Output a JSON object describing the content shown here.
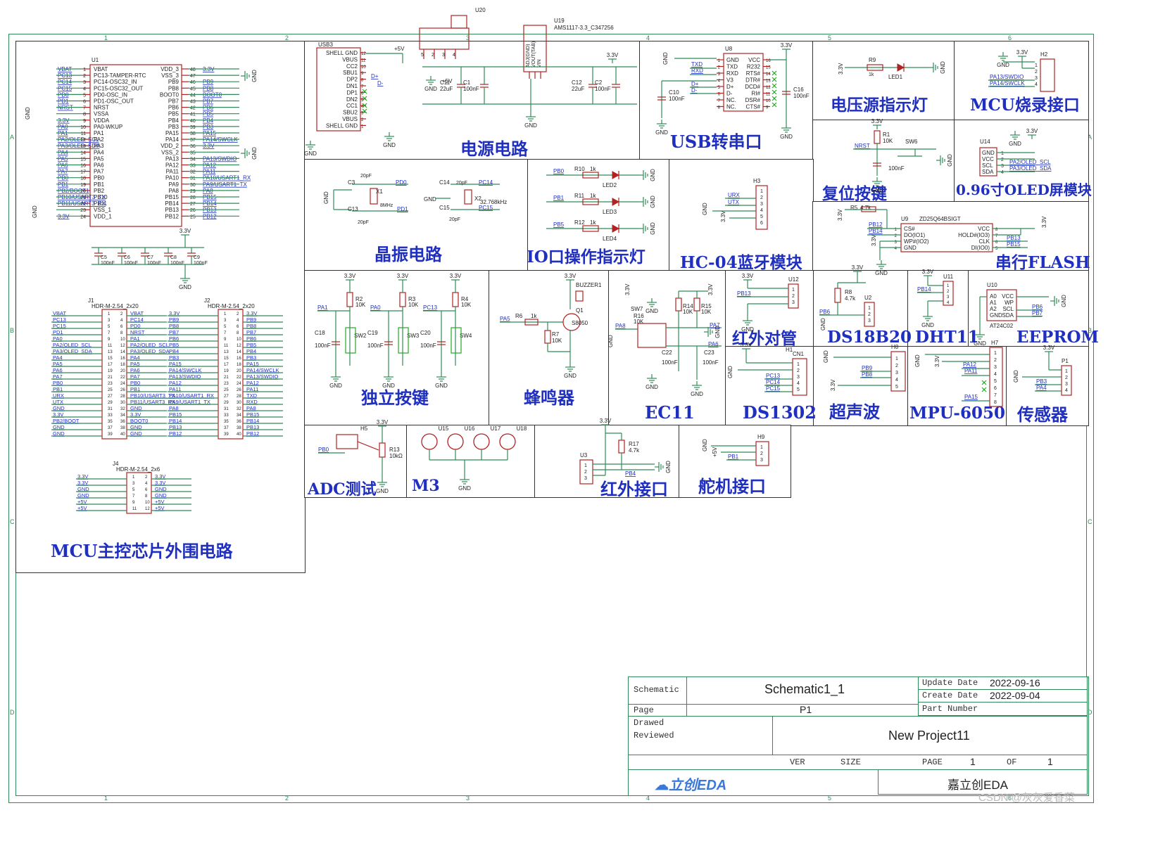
{
  "sheet": {
    "top_ref": "U20",
    "grid_cols": [
      "1",
      "2",
      "3",
      "4",
      "5",
      "6"
    ],
    "grid_rows": [
      "A",
      "B",
      "C",
      "D"
    ]
  },
  "panels": {
    "mcu": "MCU主控芯片外围电路",
    "power": "电源电路",
    "usb": "USB转串口",
    "led_power": "电压源指示灯",
    "mcu_prog": "MCU烧录接口",
    "reset": "复位按键",
    "oled": "0.96寸OLED屏模块",
    "crystal": "晶振电路",
    "io_led": "IO口操作指示灯",
    "hc04": "HC-04蓝牙模块",
    "flash": "串行FLASH",
    "keys": "独立按键",
    "buzzer": "蜂鸣器",
    "ec11": "EC11",
    "ir_pair": "红外对管",
    "ds18b20": "DS18B20",
    "dht11": "DHT11",
    "eeprom": "EEPROM",
    "ds1302": "DS1302",
    "ultrasonic": "超声波",
    "mpu6050": "MPU-6050",
    "sensor": "传感器",
    "adc": "ADC测试",
    "m3": "M3",
    "ir_if": "红外接口",
    "servo": "舵机接口"
  },
  "labels": {
    "u1": "U1",
    "u19": "U19",
    "u19_part": "AMS1117-3.3_C347256",
    "usb3": "USB3",
    "u8": "U8",
    "u9": "U9",
    "u9_part": "ZD25Q64BSIGT",
    "u14": "U14",
    "h2": "H2",
    "h3": "H3",
    "j1": "J1",
    "j1_part": "HDR-M-2.54_2x20",
    "j2": "J2",
    "j2_part": "HDR-M-2.54_2x20",
    "j4": "J4",
    "j4_part": "HDR-M-2.54_2x6",
    "u10": "U10",
    "u10_part": "AT24C02",
    "u12": "U12",
    "u11": "U11",
    "u2": "U2",
    "u3": "U3",
    "h1": "H1",
    "cn1": "CN1",
    "h7": "H7",
    "h8": "H8",
    "h9": "H9",
    "h5": "H5",
    "p1": "P1",
    "q1": "Q1",
    "q1_part": "S8050",
    "buzzer1": "BUZZER1",
    "x1": "X1",
    "x1_val": "8MHz",
    "x2": "X2",
    "x2_val": "32.768kHz",
    "r13": "R13",
    "r13_val": "10kΩ",
    "m3_u": [
      "U15",
      "U16",
      "U17",
      "U18"
    ],
    "gnd": "GND",
    "v33": "3.3V",
    "v5": "+5V",
    "mcu_left_pins": [
      "VBAT",
      "PC13-TAMPER-RTC",
      "PC14-OSC32_IN",
      "PC15-OSC32_OUT",
      "PD0-OSC_IN",
      "PD1-OSC_OUT",
      "NRST",
      "VSSA",
      "VDDA",
      "PA0-WKUP",
      "PA1",
      "PA2",
      "PA3",
      "PA4",
      "PA5",
      "PA6",
      "PA7",
      "PB0",
      "PB1",
      "PB2",
      "PB10",
      "PB11",
      "VSS_1",
      "VDD_1"
    ],
    "mcu_right_pins": [
      "VDD_3",
      "VSS_3",
      "PB9",
      "PB8",
      "BOOT0",
      "PB7",
      "PB6",
      "PB5",
      "PB4",
      "PB3",
      "PA15",
      "PA14",
      "VDD_2",
      "VSS_2",
      "PA13",
      "PA12",
      "PA11",
      "PA10",
      "PA9",
      "PA8",
      "PB15",
      "PB14",
      "PB13",
      "PB12"
    ],
    "mcu_left_nets": [
      "VBAT",
      "PC13",
      "PC14",
      "PC15",
      "PD0",
      "PD1",
      "NRST",
      "",
      "3.3V",
      "PA0",
      "PA1",
      "PA2/OLED_SCL",
      "PA3/OLED_SDA",
      "PA4",
      "PA5",
      "PA6",
      "PA7",
      "PB0",
      "PB1",
      "PB2/BOOT1",
      "PB10/USART3_TX",
      "PB11/USART3_RX",
      "",
      "3.3V"
    ],
    "mcu_right_nets": [
      "3.3V",
      "",
      "PB9",
      "PB8",
      "BOOT0",
      "PB7",
      "PB6",
      "PB5",
      "PB4",
      "PB3",
      "PA15",
      "PA14/SWCLK",
      "3.3V",
      "",
      "PA13/SWDIO",
      "PA12",
      "PA11",
      "PA10/USART1_RX",
      "PA9/USART1_TX",
      "PA8",
      "PB15",
      "PB14",
      "PB13",
      "PB12"
    ],
    "decap": [
      "C5",
      "C6",
      "C7",
      "C8",
      "C9"
    ],
    "decap_val": "100nF",
    "usb_pins": [
      "SHELL GND",
      "VBUS",
      "CC2",
      "SBU1",
      "DP2",
      "DN1",
      "DP1",
      "DN2",
      "CC1",
      "SBU2",
      "VBUS",
      "SHELL GND"
    ],
    "ch340_left": [
      "GND",
      "TXD",
      "RXD",
      "V3",
      "D+",
      "D-",
      "NC.",
      "NC."
    ],
    "ch340_right": [
      "VCC",
      "R232",
      "RTS#",
      "DTR#",
      "DCD#",
      "RI#",
      "DSR#",
      "CTS#"
    ],
    "flash_left": [
      "CS#",
      "DO(IO1)",
      "WP#(IO2)",
      "GND"
    ],
    "flash_right": [
      "VCC",
      "HOLD#(IO3)",
      "CLK",
      "DI(IO0)"
    ],
    "flash_nets": [
      "PB12",
      "PB14",
      "PB13",
      "PB15"
    ],
    "oled_pins": [
      "GND",
      "VCC",
      "SCL",
      "SDA"
    ],
    "oled_nets": [
      "PA2/OLED_SCL",
      "PA3/OLED_SDA"
    ],
    "prog_nets": [
      "PA13/SWDIO",
      "PA14/SWCLK"
    ],
    "hc04_nets": [
      "URX",
      "UTX"
    ],
    "eeprom_left": [
      "A0",
      "A1",
      "A2",
      "GND"
    ],
    "eeprom_right": [
      "VCC",
      "WP",
      "SCL",
      "SDA"
    ],
    "eeprom_nets": [
      "PB6",
      "PB7"
    ],
    "io_leds": [
      {
        "net": "PB0",
        "r": "R10",
        "rv": "1k",
        "led": "LED2"
      },
      {
        "net": "PB1",
        "r": "R11",
        "rv": "1k",
        "led": "LED3"
      },
      {
        "net": "PB5",
        "r": "R12",
        "rv": "1k",
        "led": "LED4"
      }
    ],
    "keys": [
      {
        "net": "PA1",
        "r": "R2",
        "rv": "10K",
        "c": "C18",
        "cv": "100nF",
        "sw": "SW2"
      },
      {
        "net": "PA0",
        "r": "R3",
        "rv": "10K",
        "c": "C19",
        "cv": "100nF",
        "sw": "SW3"
      },
      {
        "net": "PC13",
        "r": "R4",
        "rv": "10K",
        "c": "C20",
        "cv": "100nF",
        "sw": "SW4"
      }
    ],
    "power_caps": [
      {
        "ref": "C11",
        "val": "22uF"
      },
      {
        "ref": "C1",
        "val": "100nF"
      },
      {
        "ref": "C12",
        "val": "22uF"
      },
      {
        "ref": "C2",
        "val": "100nF"
      }
    ],
    "u19_pins": [
      "ADJ(GND)",
      "VOUT(TAB)",
      "VIN"
    ],
    "crystal_caps": [
      {
        "ref": "C3",
        "val": "20pF",
        "net": "PD0"
      },
      {
        "ref": "C13",
        "val": "20pF",
        "net": "PD1"
      },
      {
        "ref": "C14",
        "val": "20pF",
        "net": "PC14"
      },
      {
        "ref": "C15",
        "val": "20pF",
        "net": "PC15"
      }
    ],
    "led_power": {
      "r": "R9",
      "rv": "1k",
      "led": "LED1"
    },
    "reset": {
      "r": "R1",
      "rv": "10K",
      "c": "100nF",
      "sw": "SW6",
      "net": "NRST"
    },
    "flash_r": {
      "r": "R5",
      "rv": "4.7k"
    },
    "usb_caps": [
      {
        "ref": "C10",
        "val": "100nF"
      },
      {
        "ref": "C16",
        "val": "100nF"
      }
    ],
    "usb_nets": [
      "TXD",
      "RXD",
      "D+",
      "D-"
    ],
    "usb3_nets": [
      "D+",
      "D-"
    ],
    "buzzer": {
      "net": "PA5",
      "r6": "R6",
      "r6v": "1k",
      "r7": "R7",
      "r7v": "10K"
    },
    "ec11": {
      "sw": "SW7",
      "r16": "R16",
      "r16v": "10K",
      "r14": "R14",
      "r14v": "10K",
      "r15": "R15",
      "r15v": "10K",
      "c22": "C22",
      "c22v": "100nF",
      "c23": "C23",
      "c23v": "100nF",
      "nets": [
        "PA8",
        "PA7",
        "PA6"
      ]
    },
    "ir_pair_net": "PB13",
    "ds18b20": {
      "r": "R8",
      "rv": "4.7k",
      "net": "PB6"
    },
    "dht11_net": "PB14",
    "ds1302_nets": [
      "PC13",
      "PC14",
      "PC15"
    ],
    "ultra_nets": [
      "PB9",
      "PB8"
    ],
    "mpu_nets": [
      "PA12",
      "PA11",
      "PA15"
    ],
    "sensor_nets": [
      "PB3",
      "PA4"
    ],
    "adc_net": "PB0",
    "ir_if": {
      "r": "R17",
      "rv": "4.7k",
      "net": "PB4"
    },
    "servo_net": "PB1",
    "j1_rows": [
      [
        "VBAT",
        "VBAT"
      ],
      [
        "PC13",
        "PC14"
      ],
      [
        "PC15",
        "PD0"
      ],
      [
        "PD1",
        "NRST"
      ],
      [
        "PA0",
        "PA1"
      ],
      [
        "PA2/OLED_SCL",
        "PA2/OLED_SCL"
      ],
      [
        "PA3/OLED_SDA",
        "PA3/OLED_SDA"
      ],
      [
        "PA4",
        "PA4"
      ],
      [
        "PA5",
        "PA5"
      ],
      [
        "PA6",
        "PA6"
      ],
      [
        "PA7",
        "PA7"
      ],
      [
        "PB0",
        "PB0"
      ],
      [
        "PB1",
        "PB1"
      ],
      [
        "URX",
        "PB10/USART3_TX"
      ],
      [
        "UTX",
        "PB11/USART3_RX"
      ],
      [
        "GND",
        "GND"
      ],
      [
        "3.3V",
        "3.3V"
      ],
      [
        "PB2/BOOT",
        "BOOT0"
      ],
      [
        "GND",
        "GND"
      ],
      [
        "GND",
        "GND"
      ]
    ],
    "j2_rows": [
      [
        "3.3V",
        "3.3V"
      ],
      [
        "PB9",
        "PB9"
      ],
      [
        "PB8",
        "PB8"
      ],
      [
        "PB7",
        "PB7"
      ],
      [
        "PB6",
        "PB6"
      ],
      [
        "PB5",
        "PB5"
      ],
      [
        "PB4",
        "PB4"
      ],
      [
        "PB3",
        "PB3"
      ],
      [
        "PA15",
        "PA15"
      ],
      [
        "PA14/SWCLK",
        "PA14/SWCLK"
      ],
      [
        "PA13/SWDIO",
        "PA13/SWDIO"
      ],
      [
        "PA12",
        "PA12"
      ],
      [
        "PA11",
        "PA11"
      ],
      [
        "PA10/USART1_RX",
        "TXD"
      ],
      [
        "PA9/USART1_TX",
        "RXD"
      ],
      [
        "PA8",
        "PA8"
      ],
      [
        "PB15",
        "PB15"
      ],
      [
        "PB14",
        "PB14"
      ],
      [
        "PB13",
        "PB13"
      ],
      [
        "PB12",
        "PB12"
      ]
    ],
    "j4_rows": [
      [
        "3.3V",
        "3.3V"
      ],
      [
        "3.3V",
        "3.3V"
      ],
      [
        "GND",
        "GND"
      ],
      [
        "GND",
        "GND"
      ],
      [
        "+5V",
        "+5V"
      ],
      [
        "+5V",
        "+5V"
      ]
    ]
  },
  "titleblock": {
    "schematic_label": "Schematic",
    "schematic_value": "Schematic1_1",
    "update_label": "Update Date",
    "update_value": "2022-09-16",
    "create_label": "Create Date",
    "create_value": "2022-09-04",
    "page_label": "Page",
    "page_value": "P1",
    "part_label": "Part Number",
    "drawed_label": "Drawed",
    "reviewed_label": "Reviewed",
    "project": "New Project11",
    "ver_label": "VER",
    "size_label": "SIZE",
    "page2_label": "PAGE",
    "page_num": "1",
    "of_label": "OF",
    "of_num": "1",
    "logo": "立创EDA",
    "company": "嘉立创EDA"
  },
  "watermark": "CSDN @灰灰爱香菜",
  "colors": {
    "wire": "#2e8b57",
    "part": "#b22222",
    "pin": "#c0392b",
    "net": "#1f2fbf",
    "title": "#1f2fbf"
  }
}
